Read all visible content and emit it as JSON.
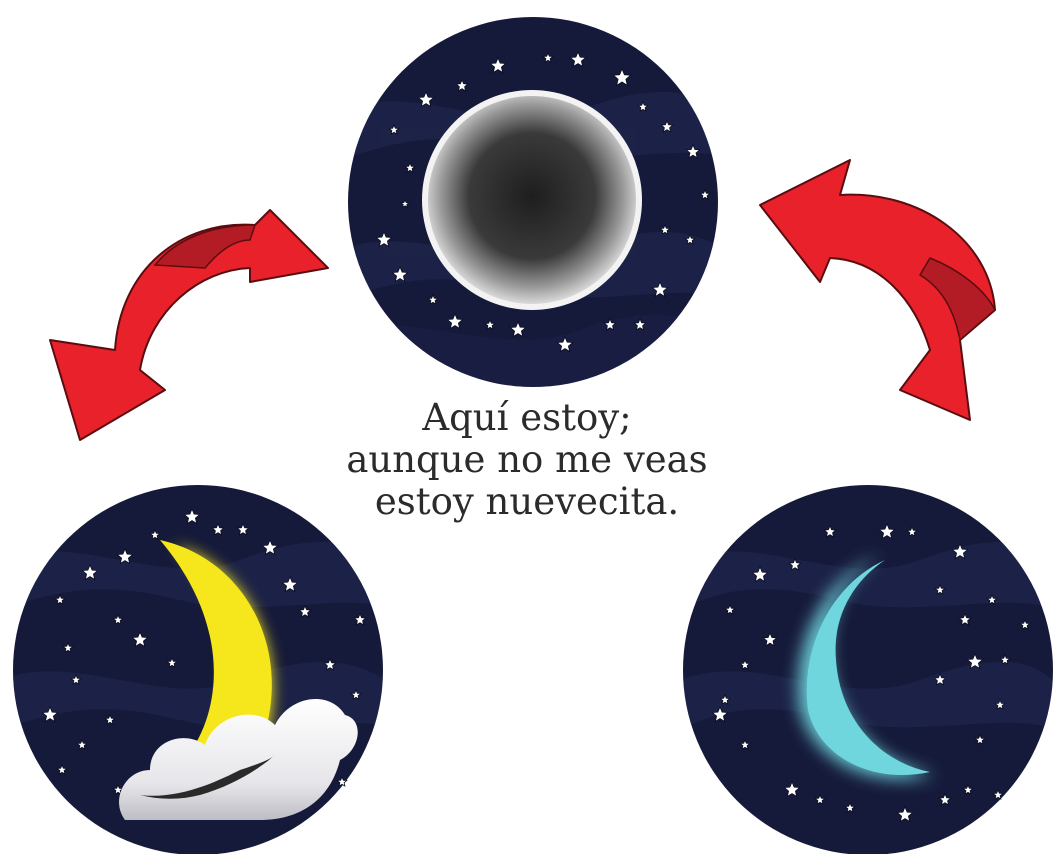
{
  "caption": {
    "line1": "Aquí estoy;",
    "line2": "aunque no me veas",
    "line3": "estoy nuevecita."
  },
  "colors": {
    "sky": "#161a3a",
    "sky_wave": "#232a52",
    "arrow_fill": "#e8212b",
    "arrow_shade": "#b31c24",
    "arrow_stroke": "#5a0d10",
    "new_moon": "#2a2a2a",
    "new_moon_rim": "#f0f0f0",
    "waxing_moon": "#f6e71d",
    "waning_moon": "#6fd6de",
    "cloud": "#f4f4f6",
    "star": "#ffffff"
  },
  "phases": [
    {
      "name": "new-moon",
      "icon": "new-moon-icon"
    },
    {
      "name": "waxing-crescent",
      "icon": "yellow-crescent-icon"
    },
    {
      "name": "waning-crescent",
      "icon": "cyan-crescent-icon"
    }
  ]
}
